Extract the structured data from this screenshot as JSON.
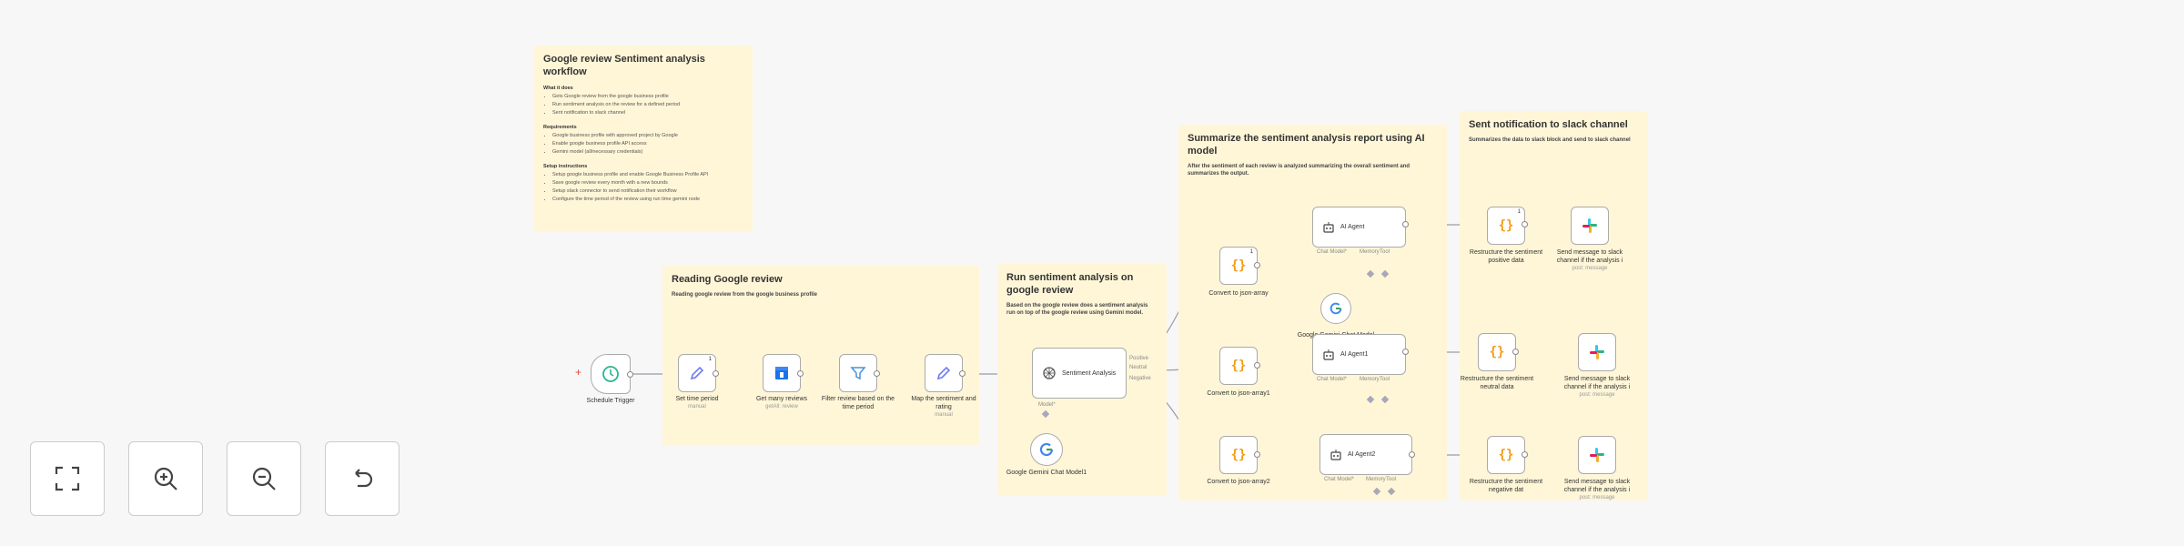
{
  "notes": {
    "main": {
      "title": "Google review Sentiment analysis workflow",
      "what_heading": "What it does",
      "what_items": [
        "Gets Google review from the google business profile",
        "Run sentiment analysis on the review for a defined period",
        "Sent notification to slack channel"
      ],
      "req_heading": "Requirements",
      "req_items": [
        "Google business profile with approved project by Google",
        "Enable google business profile API access",
        "Gemini model (all/necessary credentials)"
      ],
      "setup_heading": "Setup instructions",
      "setup_items": [
        "Setup google business profile and enable Google Business Profile API",
        "Save google review every month with a new bounds",
        "Setup slack connector to send notification their workflow",
        "Configure the time period of the review using run time gemini node"
      ]
    },
    "reading": {
      "title": "Reading Google review",
      "sub": "Reading google review from the google business profile"
    },
    "sentiment": {
      "title": "Run sentiment analysis on google review",
      "sub": "Based on the google review does a sentiment analysis run on top of the google review using Gemini model."
    },
    "summarize": {
      "title": "Summarize the sentiment analysis report using AI model",
      "sub": "After the sentiment of each review is analyzed summarizing the overall sentiment and summarizes the output."
    },
    "slack": {
      "title": "Sent notification to slack channel",
      "sub": "Summarizes the data to slack block and send to slack channel"
    }
  },
  "nodes": {
    "trigger": {
      "label": "Schedule Trigger",
      "icon": "clock-icon",
      "plus": "+"
    },
    "set_time": {
      "label": "Set time period",
      "sub": "manual",
      "icon": "pencil-icon",
      "badge": "1"
    },
    "get_reviews": {
      "label": "Get many reviews",
      "sub": "getAll: review",
      "icon": "google-business-icon"
    },
    "filter": {
      "label": "Filter review based on the time period",
      "icon": "filter-icon"
    },
    "map": {
      "label": "Map the sentiment and rating",
      "sub": "manual",
      "icon": "pencil-icon"
    },
    "sentiment": {
      "label": "Sentiment Analysis",
      "icon": "brain-icon",
      "out1": "Positive",
      "out2": "Neutral",
      "out3": "Negative",
      "pin": "Model*"
    },
    "gemini1": {
      "label": "Google Gemini Chat Model1",
      "icon": "google-g-icon"
    },
    "json1": {
      "label": "Convert to json-array",
      "badge": "1"
    },
    "json2": {
      "label": "Convert to json-array1"
    },
    "json3": {
      "label": "Convert to json-array2"
    },
    "agent1": {
      "label": "AI Agent",
      "pins": [
        "Chat Model*",
        "Memory",
        "Tool"
      ]
    },
    "agent2": {
      "label": "AI Agent1",
      "pins": [
        "Chat Model*",
        "Memory",
        "Tool"
      ]
    },
    "agent3": {
      "label": "AI Agent2",
      "pins": [
        "Chat Model*",
        "Memory",
        "Tool"
      ]
    },
    "gemini2": {
      "label": "Google Gemini Chat Model"
    },
    "restruct1": {
      "label": "Restructure the sentiment positive data",
      "badge": "1"
    },
    "restruct2": {
      "label": "Restructure the sentiment neutral data"
    },
    "restruct3": {
      "label": "Restructure the sentiment negative dat"
    },
    "slack1": {
      "label": "Send message to slack channel if the analysis i",
      "sub": "post: message"
    },
    "slack2": {
      "label": "Send message to slack channel if the analysis i",
      "sub": "post: message"
    },
    "slack3": {
      "label": "Send message to slack channel if the analysis i",
      "sub": "post: message"
    }
  },
  "controls": [
    {
      "name": "fit-view-button",
      "icon": "fit-view-icon"
    },
    {
      "name": "zoom-in-button",
      "icon": "zoom-in-icon"
    },
    {
      "name": "zoom-out-button",
      "icon": "zoom-out-icon"
    },
    {
      "name": "reset-zoom-button",
      "icon": "undo-icon"
    }
  ],
  "colors": {
    "sticky": "#fff6d8",
    "brace": "#f39c12",
    "connection": "#9a9aa5",
    "trigger": "#2db591",
    "pencil": "#6f7cf2"
  }
}
